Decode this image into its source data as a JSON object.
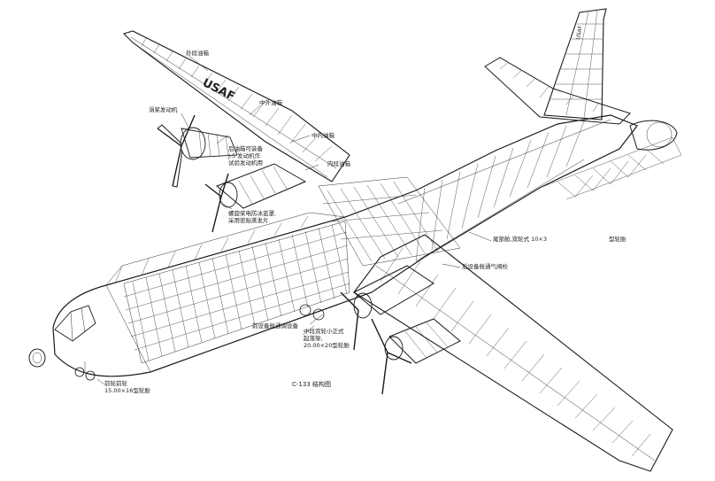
{
  "caption": "C-133 结构图",
  "labels": {
    "outer_tank": "外段油箱",
    "mid_outer_tank": "中外油箱",
    "mid_inner_tank": "中内油箱",
    "inner_tank": "内段油箱",
    "turboprop": "涡桨发动机",
    "engine_note_1": "后油箱可装备",
    "engine_note_2": "J.5 发动机作",
    "engine_note_3": "试验发动机用",
    "deice_note_1": "螺旋桨电防冰蓝罩,",
    "deice_note_2": "采用密贴蒸发片",
    "tail_cone_note_1": "尾部舱,双轮式 10×3",
    "tail_cone_note_2": "型轮胎",
    "rear_inspect": "后设备舱通气阀检",
    "front_inspect": "前设备舱通调设备",
    "main_gear_1": "中段双轮小正式",
    "main_gear_2": "起落架,",
    "main_gear_3": "20.00×20型轮胎",
    "nose_gear_1": "前轮前轮",
    "nose_gear_2": "15.00×16型轮胎"
  },
  "tail_marking": "USAF"
}
